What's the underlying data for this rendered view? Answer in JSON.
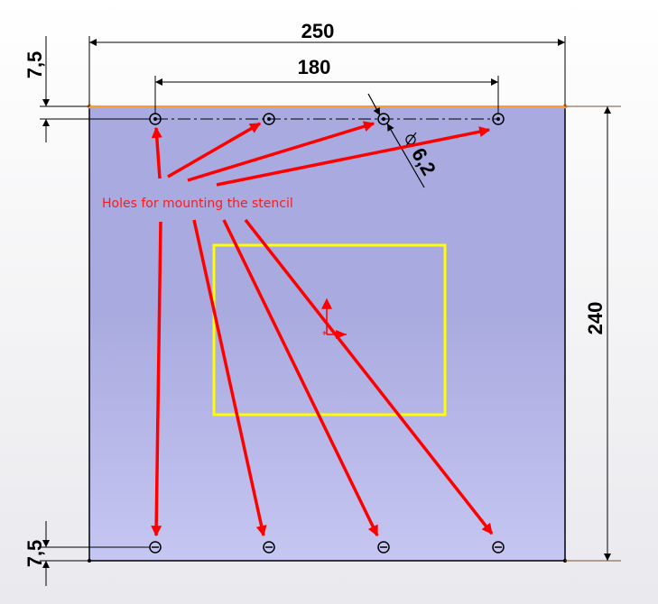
{
  "drawing": {
    "dim_width": "250",
    "dim_hole_spacing": "180",
    "dim_height": "240",
    "dim_top_offset": "7,5",
    "dim_bottom_offset": "7,5",
    "dim_hole_diameter": "6,2",
    "note": "Holes for mounting the stencil"
  },
  "colors": {
    "plate_top": "#a7a8dd",
    "plate_bottom": "#c6c6f1",
    "cutout": "#ffff00",
    "arrows": "#ff0000",
    "edge_highlight": "#ff9933",
    "dimension_lines": "#000000"
  }
}
